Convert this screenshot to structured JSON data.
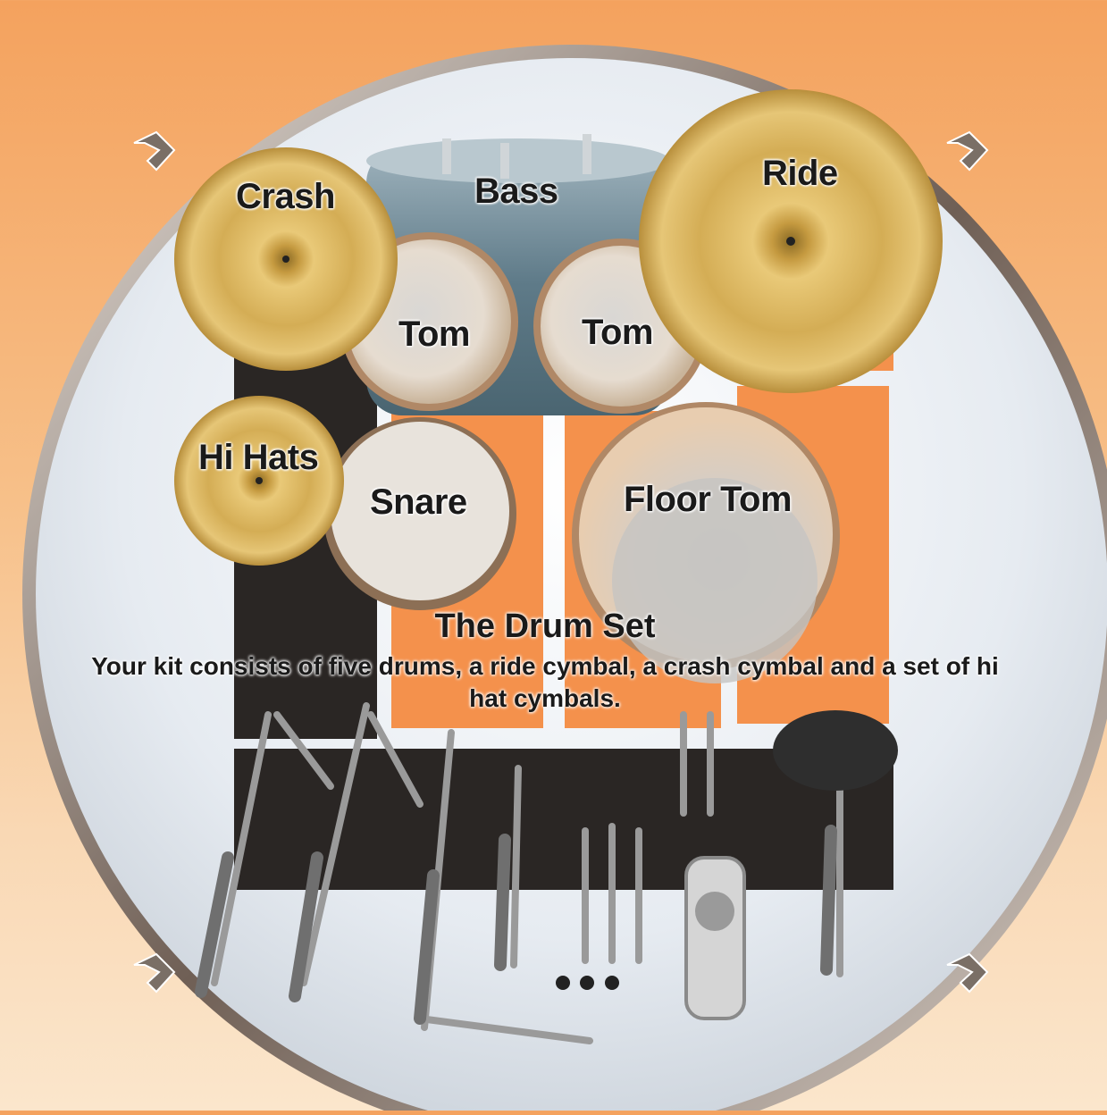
{
  "labels": {
    "crash": "Crash",
    "bass": "Bass",
    "ride": "Ride",
    "tom_left": "Tom",
    "tom_right": "Tom",
    "hi_hats": "Hi Hats",
    "snare": "Snare",
    "floor_tom": "Floor Tom"
  },
  "title": "The Drum Set",
  "description": "Your kit consists of five drums, a ride cymbal, a crash cymbal and a set of hi hat cymbals.",
  "colors": {
    "background_top": "#f4a25e",
    "background_bottom": "#fbe6cc",
    "panel_orange": "#f4914c",
    "panel_dark": "#2a2624",
    "drumhead_face": "#e9edf2",
    "cymbal_gold": "#d2a94a"
  },
  "icons": [
    "corner-arrow-icon"
  ]
}
